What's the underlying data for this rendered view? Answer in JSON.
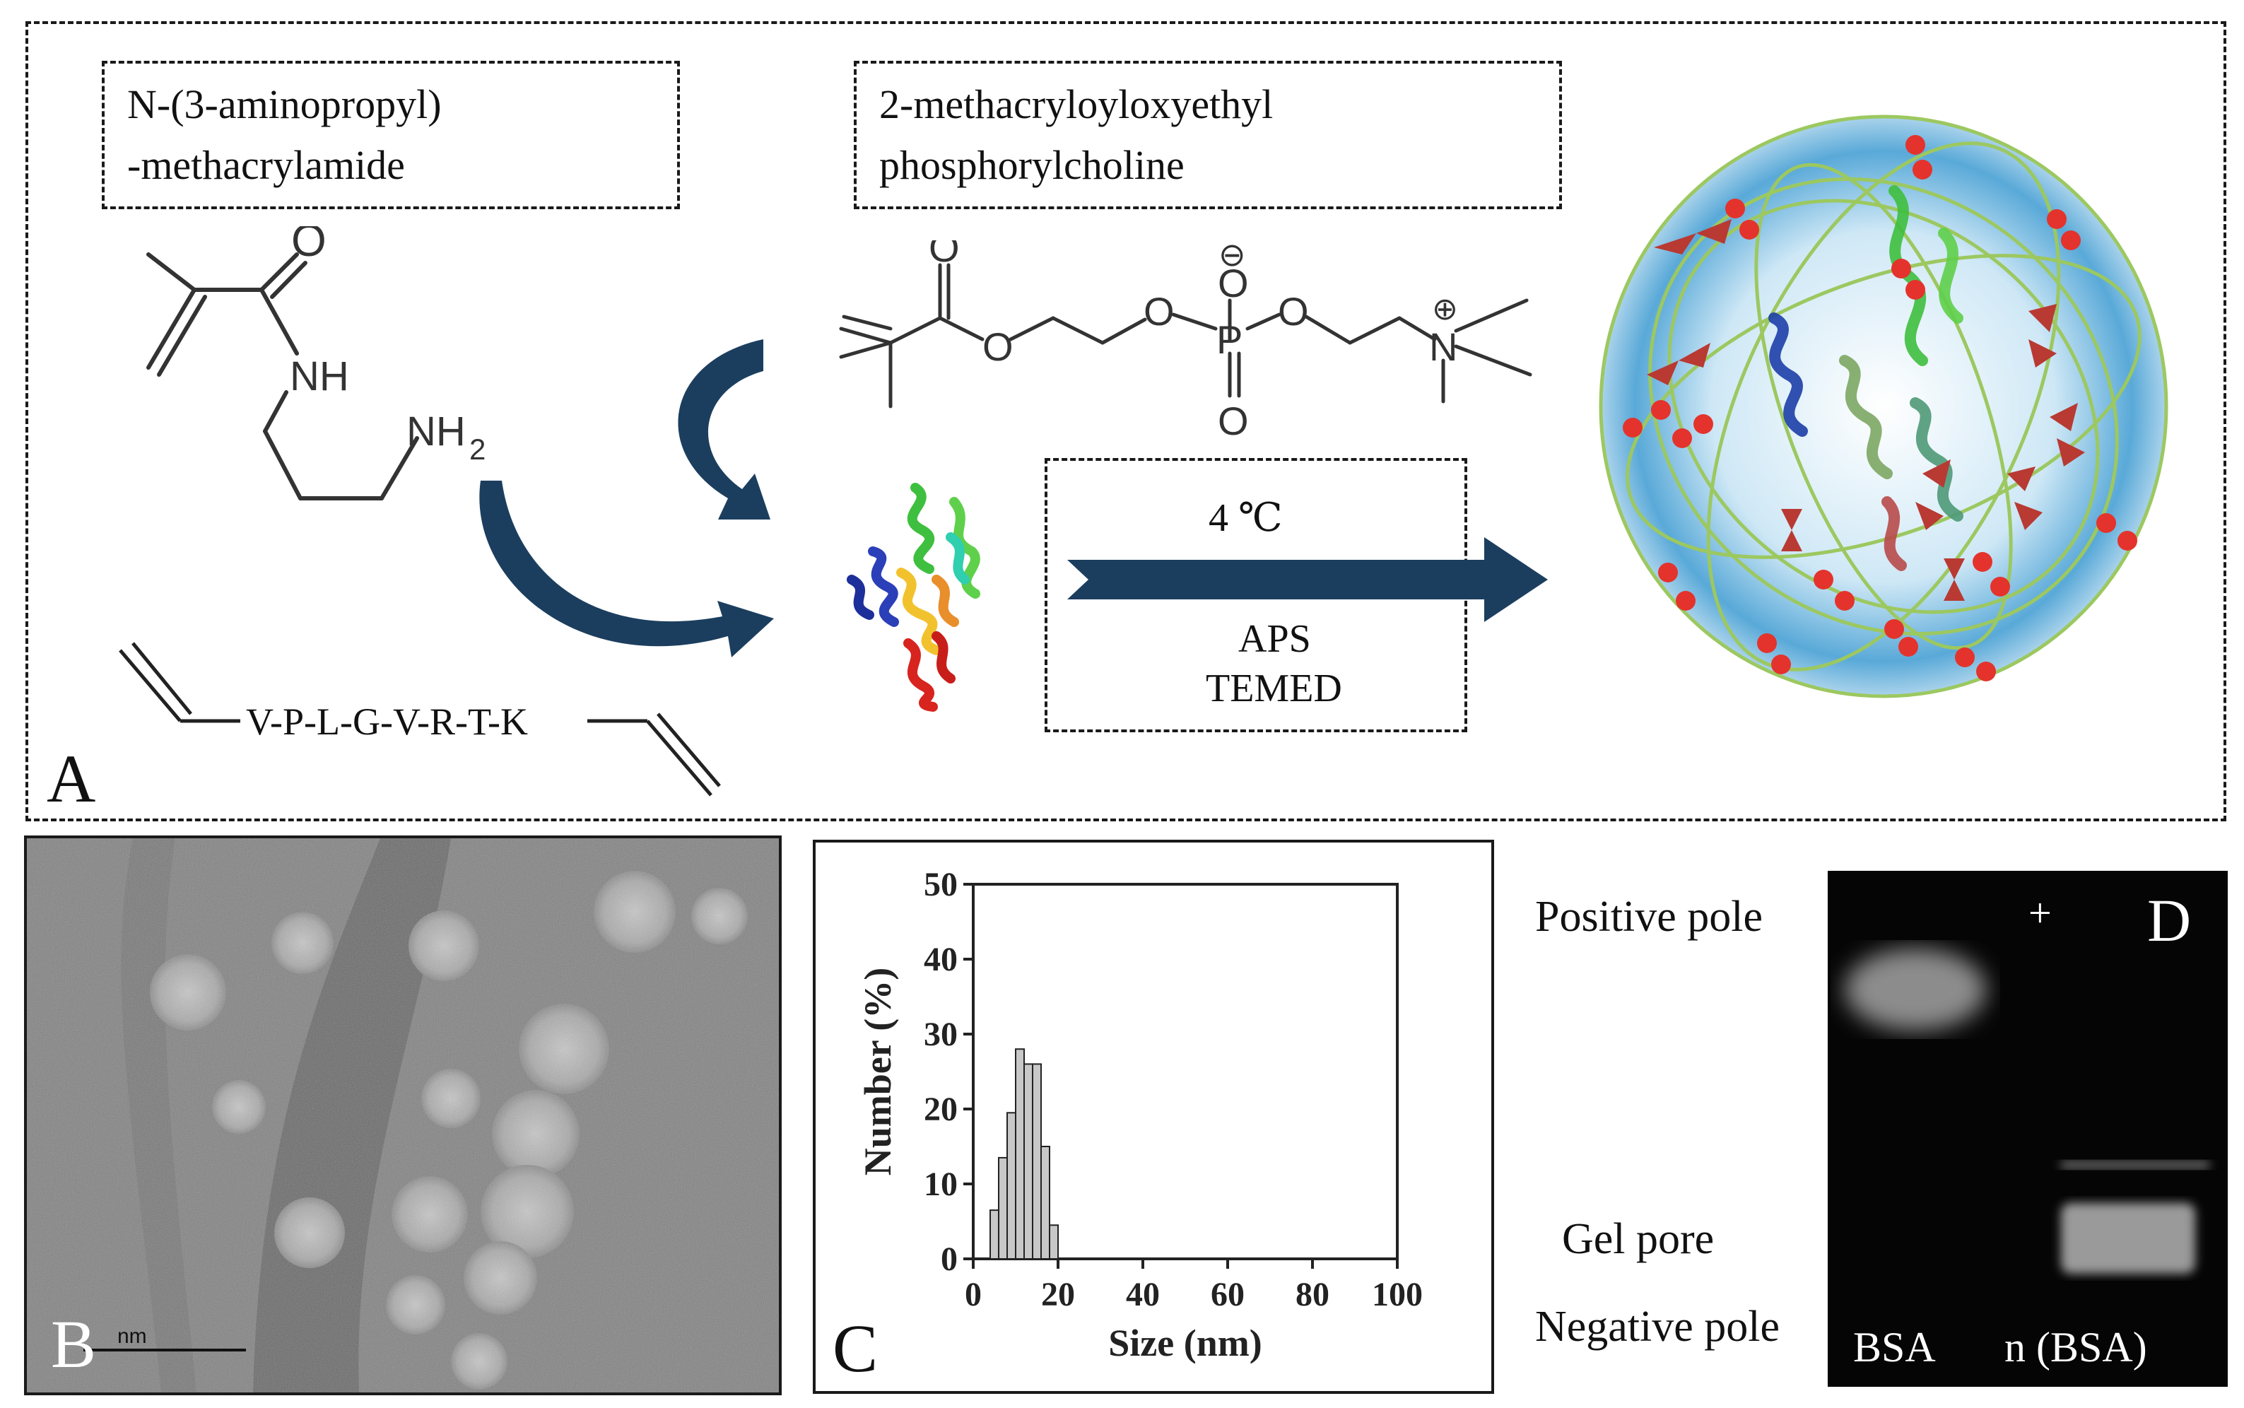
{
  "panel_a": {
    "letter": "A",
    "monomer1": {
      "line1": "N-(3-aminopropyl)",
      "line2": "-methacrylamide"
    },
    "monomer2": {
      "line1": "2-methacryloyloxyethyl",
      "line2": "phosphorylcholine"
    },
    "atoms": {
      "o": "O",
      "nh": "NH",
      "nh2": "NH",
      "sub2": "2",
      "n": "N",
      "p": "P",
      "minus": "⊖",
      "plus": "⊕"
    },
    "peptide": "V-P-L-G-V-R-T-K",
    "temperature": "4 ℃",
    "initiator1": "APS",
    "initiator2": "TEMED"
  },
  "panel_b": {
    "letter": "B",
    "scale_unit": "nm"
  },
  "panel_c": {
    "letter": "C"
  },
  "panel_d": {
    "letter": "D",
    "positive_pole": "Positive pole",
    "gel_pore": "Gel  pore",
    "negative_pole": "Negative pole",
    "plus_sign": "+",
    "lane1": "BSA",
    "lane2": "n (BSA)"
  },
  "chart_data": {
    "type": "bar",
    "xlabel": "Size (nm)",
    "ylabel": "Number (%)",
    "xlim": [
      0,
      100
    ],
    "ylim": [
      0,
      50
    ],
    "xticks": [
      0,
      20,
      40,
      60,
      80,
      100
    ],
    "yticks": [
      0,
      10,
      20,
      30,
      40,
      50
    ],
    "bins": [
      {
        "x0": 4,
        "x1": 6,
        "value": 6.5
      },
      {
        "x0": 6,
        "x1": 8,
        "value": 13.5
      },
      {
        "x0": 8,
        "x1": 10,
        "value": 19.5
      },
      {
        "x0": 10,
        "x1": 12,
        "value": 28
      },
      {
        "x0": 12,
        "x1": 14,
        "value": 26
      },
      {
        "x0": 14,
        "x1": 16,
        "value": 26
      },
      {
        "x0": 16,
        "x1": 18,
        "value": 15
      },
      {
        "x0": 18,
        "x1": 20,
        "value": 4.5
      }
    ],
    "bar_color": "#c8c8c8"
  },
  "colors": {
    "arrow": "#1c3e5e",
    "crosslinker": "#b83a33",
    "nanogel_network": "#9cc860",
    "nanogel_glow": "#59a9d8"
  }
}
